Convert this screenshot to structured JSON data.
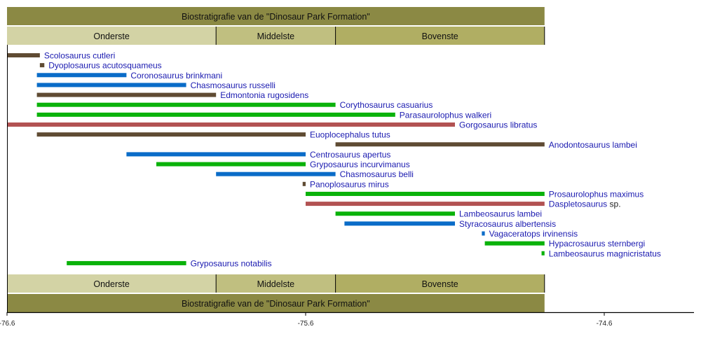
{
  "chart_data": {
    "type": "timeline",
    "title": "Biostratigrafie van de \"Dinosaur Park Formation\"",
    "xlim": [
      -76.6,
      -74.6
    ],
    "x_ticks": [
      -76.6,
      -75.6,
      -74.6
    ],
    "x_tick_labels": [
      "-76.6",
      "-75.6",
      "-74.6"
    ],
    "grid": false,
    "colors": {
      "ankylosaur": "#5f4b33",
      "ceratopsian": "#0a6cc8",
      "hadrosaur": "#0ab20a",
      "tyrannosaur": "#b25252",
      "label": "#1a1ab0",
      "band_title": "#8b8944",
      "band_lower": "#d3d3a5",
      "band_middle": "#c0bf80",
      "band_upper": "#b0ae63"
    },
    "members": [
      {
        "name": "Onderste",
        "start": -76.6,
        "end": -75.9,
        "color_key": "band_lower"
      },
      {
        "name": "Middelste",
        "start": -75.9,
        "end": -75.5,
        "color_key": "band_middle"
      },
      {
        "name": "Bovenste",
        "start": -75.5,
        "end": -74.8,
        "color_key": "band_upper"
      }
    ],
    "formation_range": [
      -76.6,
      -74.8
    ],
    "taxa": [
      {
        "name": "Scolosaurus cutleri",
        "suffix": "",
        "start": -76.6,
        "end": -76.49,
        "group": "ankylosaur"
      },
      {
        "name": "Dyoplosaurus acutosquameus",
        "suffix": "",
        "start": -76.49,
        "end": -76.475,
        "group": "ankylosaur"
      },
      {
        "name": "Coronosaurus brinkmani",
        "suffix": "",
        "start": -76.5,
        "end": -76.2,
        "group": "ceratopsian"
      },
      {
        "name": "Chasmosaurus russelli",
        "suffix": "",
        "start": -76.5,
        "end": -76.0,
        "group": "ceratopsian"
      },
      {
        "name": "Edmontonia rugosidens",
        "suffix": "",
        "start": -76.5,
        "end": -75.9,
        "group": "ankylosaur"
      },
      {
        "name": "Corythosaurus casuarius",
        "suffix": "",
        "start": -76.5,
        "end": -75.5,
        "group": "hadrosaur"
      },
      {
        "name": "Parasaurolophus walkeri",
        "suffix": "",
        "start": -76.5,
        "end": -75.3,
        "group": "hadrosaur"
      },
      {
        "name": "Gorgosaurus libratus",
        "suffix": "",
        "start": -76.6,
        "end": -75.1,
        "group": "tyrannosaur"
      },
      {
        "name": "Euoplocephalus tutus",
        "suffix": "",
        "start": -76.5,
        "end": -75.6,
        "group": "ankylosaur"
      },
      {
        "name": "Anodontosaurus lambei",
        "suffix": "",
        "start": -75.5,
        "end": -74.8,
        "group": "ankylosaur"
      },
      {
        "name": "Centrosaurus apertus",
        "suffix": "",
        "start": -76.2,
        "end": -75.6,
        "group": "ceratopsian"
      },
      {
        "name": "Gryposaurus incurvimanus",
        "suffix": "",
        "start": -76.1,
        "end": -75.6,
        "group": "hadrosaur"
      },
      {
        "name": "Chasmosaurus belli",
        "suffix": "",
        "start": -75.9,
        "end": -75.5,
        "group": "ceratopsian"
      },
      {
        "name": "Panoplosaurus mirus",
        "suffix": "",
        "start": -75.61,
        "end": -75.6,
        "group": "ankylosaur"
      },
      {
        "name": "Prosaurolophus maximus",
        "suffix": "",
        "start": -75.6,
        "end": -74.8,
        "group": "hadrosaur"
      },
      {
        "name": "Daspletosaurus",
        "suffix": " sp.",
        "start": -75.6,
        "end": -74.8,
        "group": "tyrannosaur"
      },
      {
        "name": "Lambeosaurus lambei",
        "suffix": "",
        "start": -75.5,
        "end": -75.1,
        "group": "hadrosaur"
      },
      {
        "name": "Styracosaurus albertensis",
        "suffix": "",
        "start": -75.47,
        "end": -75.1,
        "group": "ceratopsian"
      },
      {
        "name": "Vagaceratops irvinensis",
        "suffix": "",
        "start": -75.01,
        "end": -75.0,
        "group": "ceratopsian"
      },
      {
        "name": "Hypacrosaurus sternbergi",
        "suffix": "",
        "start": -75.0,
        "end": -74.8,
        "group": "hadrosaur"
      },
      {
        "name": "Lambeosaurus magnicristatus",
        "suffix": "",
        "start": -74.81,
        "end": -74.8,
        "group": "hadrosaur"
      },
      {
        "name": "Gryposaurus notabilis",
        "suffix": "",
        "start": -76.4,
        "end": -76.0,
        "group": "hadrosaur"
      }
    ]
  }
}
